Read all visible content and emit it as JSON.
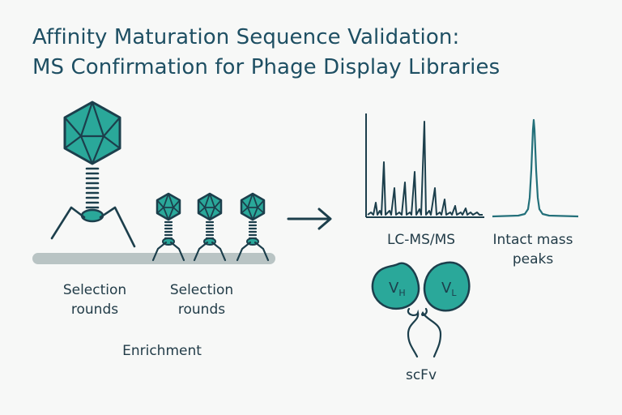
{
  "title": {
    "line1": "Affinity Maturation Sequence Validation:",
    "line2": "MS Confirmation for Phage Display Libraries"
  },
  "left_panel": {
    "caption_1_line1": "Selection",
    "caption_1_line2": "rounds",
    "caption_2_line1": "Selection",
    "caption_2_line2": "rounds",
    "enrichment": "Enrichment"
  },
  "right_panel": {
    "lcms_label": "LC-MS/MS",
    "intact_line1": "Intact mass",
    "intact_line2": "peaks",
    "scfv_label": "scFv",
    "vh_main": "V",
    "vh_sub": "H",
    "vl_main": "V",
    "vl_sub": "L"
  },
  "colors": {
    "title": "#1e4f63",
    "teal_fill": "#2aa89a",
    "outline": "#1c3f4c",
    "surface": "#b9c4c4",
    "spectrum_line": "#1c3f4c",
    "peak_line": "#23707a"
  }
}
